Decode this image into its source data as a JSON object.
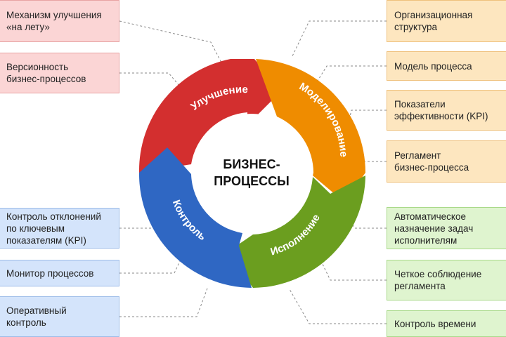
{
  "center": {
    "line1": "БИЗНЕС-",
    "line2": "ПРОЦЕССЫ"
  },
  "stages": [
    {
      "id": "improvement",
      "label": "Улучшение",
      "color": "#d32f2f"
    },
    {
      "id": "modeling",
      "label": "Моделирование",
      "color": "#ef8c00"
    },
    {
      "id": "execution",
      "label": "Исполнение",
      "color": "#6b9e1f"
    },
    {
      "id": "control",
      "label": "Контроль",
      "color": "#2f67c3"
    }
  ],
  "notes": {
    "improvement": [
      "Механизм улучшения\n«на лету»",
      "Версионность\nбизнес-процессов"
    ],
    "modeling": [
      "Организационная\nструктура",
      "Модель процесса",
      "Показатели\nэффективности (KPI)",
      "Регламент\nбизнес-процесса"
    ],
    "execution": [
      "Автоматическое\nназначение задач\nисполнителям",
      "Четкое соблюдение\nрегламента",
      "Контроль времени"
    ],
    "control": [
      "Контроль отклонений\nпо ключевым\nпоказателям (KPI)",
      "Монитор процессов",
      "Оперативный\nконтроль"
    ]
  }
}
